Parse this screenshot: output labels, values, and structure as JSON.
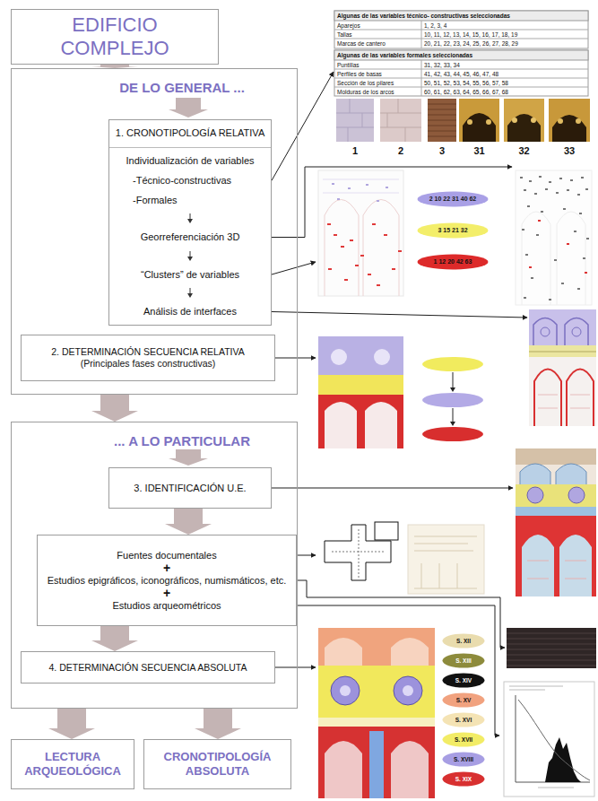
{
  "diagram": {
    "nodes": [
      {
        "text": [
          "EDIFICIO COMPLEJO"
        ]
      },
      {
        "text": [
          "DE LO GENERAL ..."
        ]
      },
      {
        "text": [
          "1. CRONOTIPOLOGÍA RELATIVA",
          "Individualización de variables",
          "-Técnico-constructivas",
          "-Formales",
          "Georreferenciación 3D",
          "“Clusters” de variables",
          "Análisis de interfaces"
        ],
        "in": 1
      },
      {
        "text": [
          "2. DETERMINACIÓN SECUENCIA RELATIVA",
          "(Principales fases constructivas)"
        ],
        "in": 1
      },
      {
        "text": [
          "... A LO PARTICULAR"
        ]
      },
      {
        "text": [
          "3. IDENTIFICACIÓN U.E."
        ],
        "in": 4
      },
      {
        "text": [
          "Fuentes documentales",
          "+",
          "Estudios epigráficos, iconográficos, numismáticos, etc.",
          "+",
          "Estudios arqueométricos"
        ],
        "in": 4
      },
      {
        "text": [
          "4. DETERMINACIÓN SECUENCIA ABSOLUTA"
        ],
        "in": 4
      },
      {
        "text": [
          "LECTURA ARQUEOLÓGICA"
        ]
      },
      {
        "text": [
          "CRONOTIPOLOGÍA ABSOLUTA"
        ]
      },
      {
        "text": [
          "2 10 22 31 40 62"
        ]
      },
      {
        "text": [
          "3 15 21 32"
        ]
      },
      {
        "text": [
          "1 12 20 42 63"
        ]
      },
      {
        "text": [
          "S. XII"
        ]
      },
      {
        "text": [
          "S. XIII"
        ]
      },
      {
        "text": [
          "S. XIV"
        ]
      },
      {
        "text": [
          "S. XV"
        ]
      },
      {
        "text": [
          "S. XVI"
        ]
      },
      {
        "text": [
          "S. XVII"
        ]
      },
      {
        "text": [
          "S. XVIII"
        ]
      },
      {
        "text": [
          "S. XIX"
        ]
      }
    ],
    "edges": [
      {
        "from": 0,
        "to": 1,
        "arrow": "to"
      },
      {
        "from": 1,
        "to": 4,
        "arrow": "to"
      },
      {
        "from": 5,
        "to": 6,
        "arrow": "to"
      },
      {
        "from": 6,
        "to": 7,
        "arrow": "to"
      },
      {
        "from": 4,
        "to": 8,
        "arrow": "to"
      },
      {
        "from": 4,
        "to": 9,
        "arrow": "to"
      }
    ],
    "labels": [
      "Algunas de las variables técnico- constructivas seleccionadas",
      "Aparejos",
      "1, 2, 3, 4",
      "Tallas",
      "10, 11, 12, 13, 14, 15, 16, 17, 18, 19",
      "Marcas de cantero",
      "20, 21, 22, 23, 24, 25, 26, 27, 28, 29",
      "Algunas de las variables formales seleccionadas",
      "Puntillas",
      "31, 32, 33, 34",
      "Perfiles de basas",
      "41, 42, 43, 44, 45, 46, 47, 48",
      "Sección de los pilares",
      "50, 51, 52, 53, 54, 55, 56, 57, 58",
      "Molduras de los arcos",
      "60, 61, 62, 63, 64, 65, 66, 67, 68",
      "1",
      "2",
      "3",
      "31",
      "32",
      "33"
    ]
  }
}
